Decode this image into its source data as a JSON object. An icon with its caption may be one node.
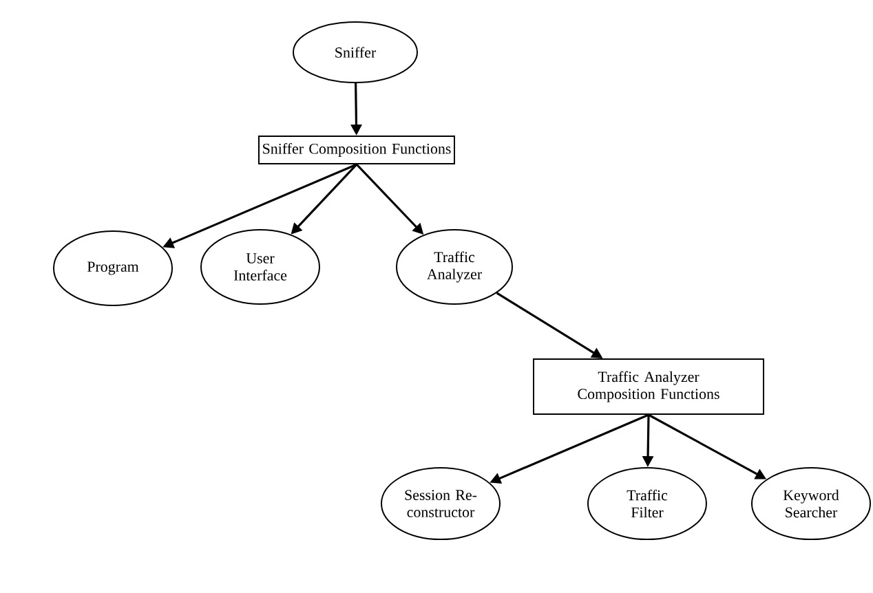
{
  "diagram": {
    "nodes": [
      {
        "text": [
          "Sniffer"
        ]
      },
      {
        "text": [
          "Sniffer Composition Functions"
        ]
      },
      {
        "text": [
          "Program"
        ]
      },
      {
        "text": [
          "User Interface"
        ]
      },
      {
        "text": [
          "Traffic Analyzer"
        ]
      },
      {
        "text": [
          "Traffic Analyzer Composition Functions"
        ]
      },
      {
        "text": [
          "Session Re-constructor"
        ]
      },
      {
        "text": [
          "Traffic Filter"
        ]
      },
      {
        "text": [
          "Keyword Searcher"
        ]
      }
    ],
    "edges": [
      {
        "from": 0,
        "to": 1,
        "arrow": "to"
      },
      {
        "from": 1,
        "to": 2,
        "arrow": "to"
      },
      {
        "from": 1,
        "to": 3,
        "arrow": "to"
      },
      {
        "from": 1,
        "to": 4,
        "arrow": "to"
      },
      {
        "from": 4,
        "to": 5,
        "arrow": "to"
      },
      {
        "from": 5,
        "to": 6,
        "arrow": "to"
      },
      {
        "from": 5,
        "to": 7,
        "arrow": "to"
      },
      {
        "from": 5,
        "to": 8,
        "arrow": "to"
      }
    ]
  }
}
